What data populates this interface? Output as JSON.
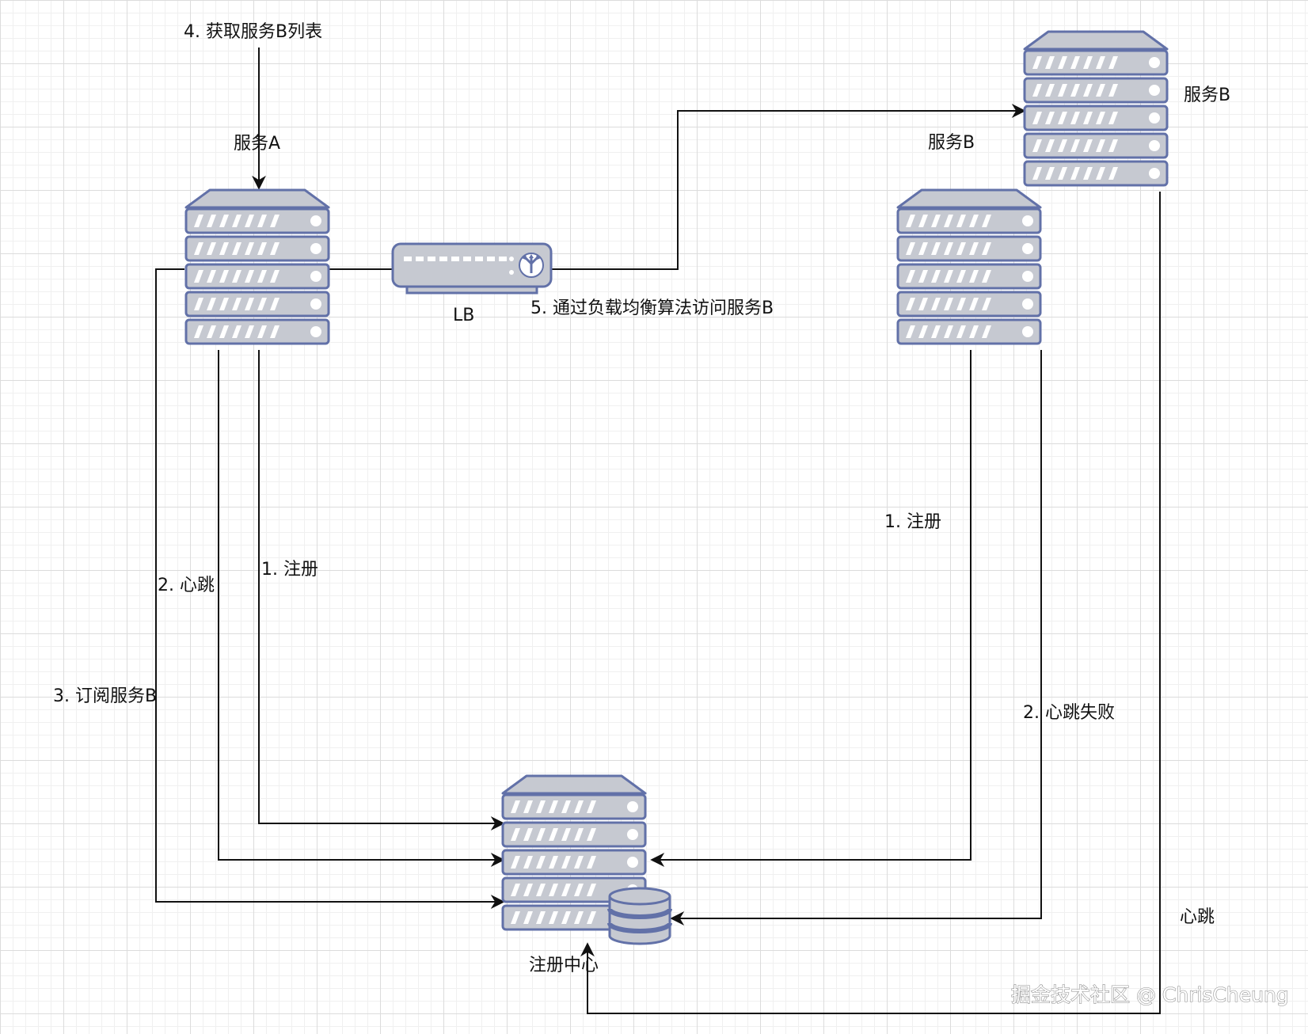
{
  "labels": {
    "get_list": "4. 获取服务B列表",
    "service_a": "服务A",
    "lb": "LB",
    "lb_access": "5. 通过负载均衡算法访问服务B",
    "service_b_top": "服务B",
    "service_b_mid": "服务B",
    "a_register": "1. 注册",
    "a_heartbeat": "2. 心跳",
    "a_subscribe": "3. 订阅服务B",
    "b_register": "1. 注册",
    "b_heartbeat_fail": "2. 心跳失败",
    "b2_heartbeat": "心跳",
    "registry": "注册中心"
  },
  "watermark": "掘金技术社区 @ ChrisCheung",
  "colors": {
    "server_fill": "#c6c9d1",
    "server_stroke": "#6271a8",
    "stripe": "#ffffff",
    "line": "#111111"
  },
  "icons": {
    "server": "server-rack-icon",
    "load_balancer": "load-balancer-icon",
    "database": "database-cylinder-icon"
  }
}
